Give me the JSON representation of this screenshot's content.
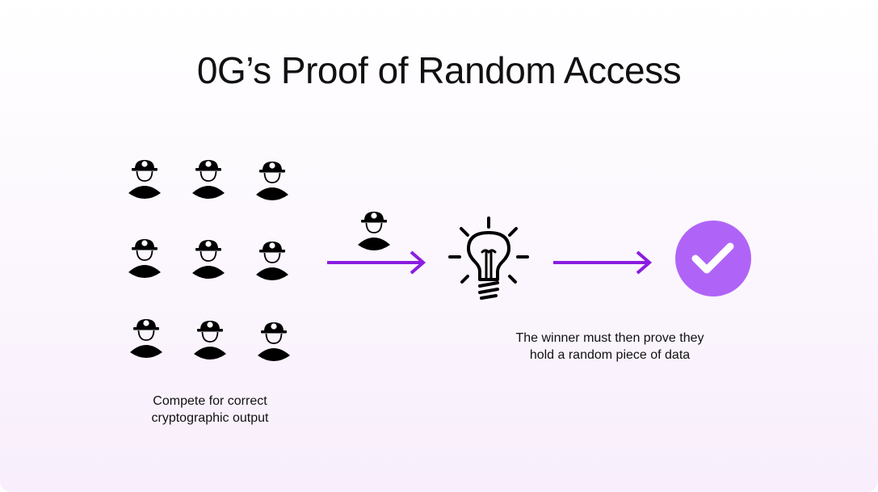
{
  "title": "0G’s Proof of Random Access",
  "captions": {
    "compete": [
      "Compete for correct",
      "cryptographic output"
    ],
    "winner": [
      "The winner must then prove they",
      "hold a random piece of data"
    ]
  },
  "colors": {
    "accent": "#8a1de0",
    "check_circle": "#b064f7",
    "text": "#111111"
  },
  "icons": {
    "miner": "miner-icon",
    "idea": "lightbulb-icon",
    "success": "checkmark-icon"
  }
}
